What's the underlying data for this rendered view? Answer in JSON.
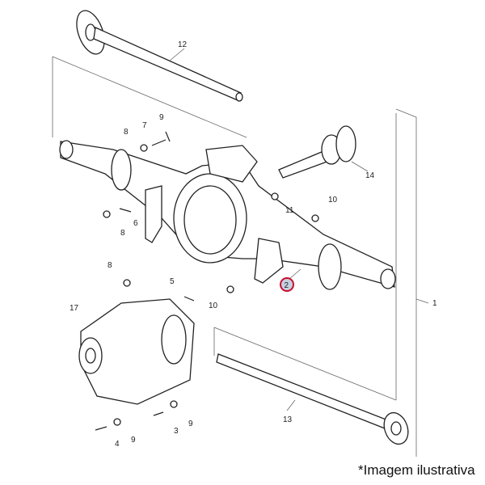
{
  "diagram": {
    "caption": "*Imagem ilustrativa",
    "highlight_color": "#c8102e",
    "labels": {
      "l12": "12",
      "l9a": "9",
      "l7": "7",
      "l8a": "8",
      "l14": "14",
      "l11": "11",
      "l10a": "10",
      "l6": "6",
      "l8b": "8",
      "l2": "2",
      "l1": "1",
      "l8c": "8",
      "l5": "5",
      "l10b": "10",
      "l17": "17",
      "l13": "13",
      "l9b": "9",
      "l3": "3",
      "l9c": "9",
      "l4": "4"
    }
  }
}
